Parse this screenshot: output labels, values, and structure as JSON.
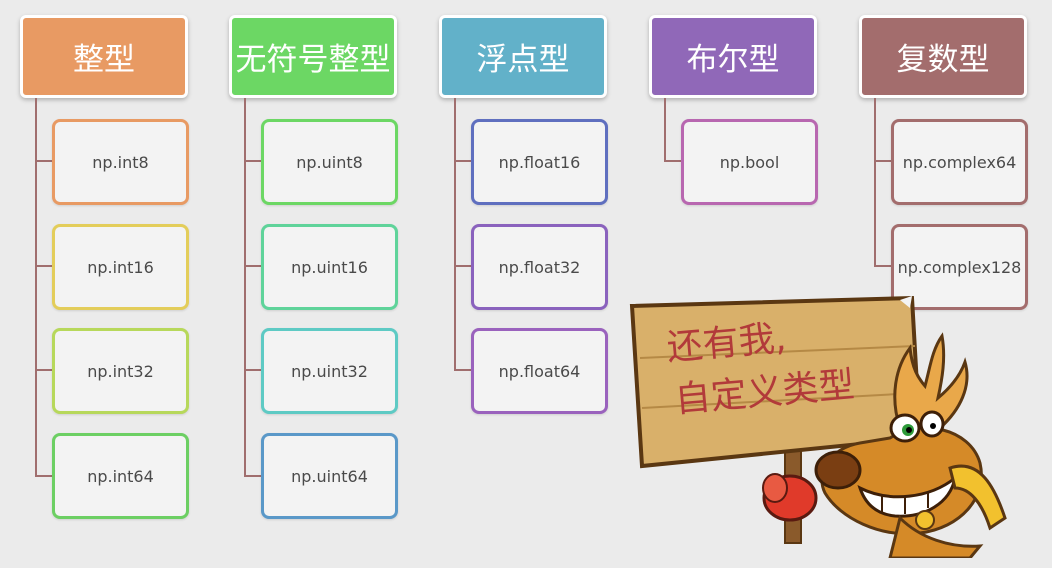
{
  "columns": [
    {
      "title": "整型",
      "color": "#e89a63",
      "items": [
        {
          "label": "np.int8",
          "color": "#e89a63"
        },
        {
          "label": "np.int16",
          "color": "#e3cd5a"
        },
        {
          "label": "np.int32",
          "color": "#b7d85b"
        },
        {
          "label": "np.int64",
          "color": "#6ccf63"
        }
      ]
    },
    {
      "title": "无符号整型",
      "color": "#6cd764",
      "items": [
        {
          "label": "np.uint8",
          "color": "#6cd764"
        },
        {
          "label": "np.uint16",
          "color": "#5fd39a"
        },
        {
          "label": "np.uint32",
          "color": "#5ecac4"
        },
        {
          "label": "np.uint64",
          "color": "#5a98c8"
        }
      ]
    },
    {
      "title": "浮点型",
      "color": "#62b1c9",
      "items": [
        {
          "label": "np.float16",
          "color": "#5f6fbf"
        },
        {
          "label": "np.float32",
          "color": "#8a62bd"
        },
        {
          "label": "np.float64",
          "color": "#9a62bd"
        }
      ]
    },
    {
      "title": "布尔型",
      "color": "#9068b8",
      "items": [
        {
          "label": "np.bool",
          "color": "#b867b0"
        }
      ]
    },
    {
      "title": "复数型",
      "color": "#a36d6d",
      "items": [
        {
          "label": "np.complex64",
          "color": "#a36d6d"
        },
        {
          "label": "np.complex128",
          "color": "#a36d6d"
        }
      ]
    }
  ],
  "sign": {
    "line1": "还有我,",
    "line2": "自定义类型"
  }
}
